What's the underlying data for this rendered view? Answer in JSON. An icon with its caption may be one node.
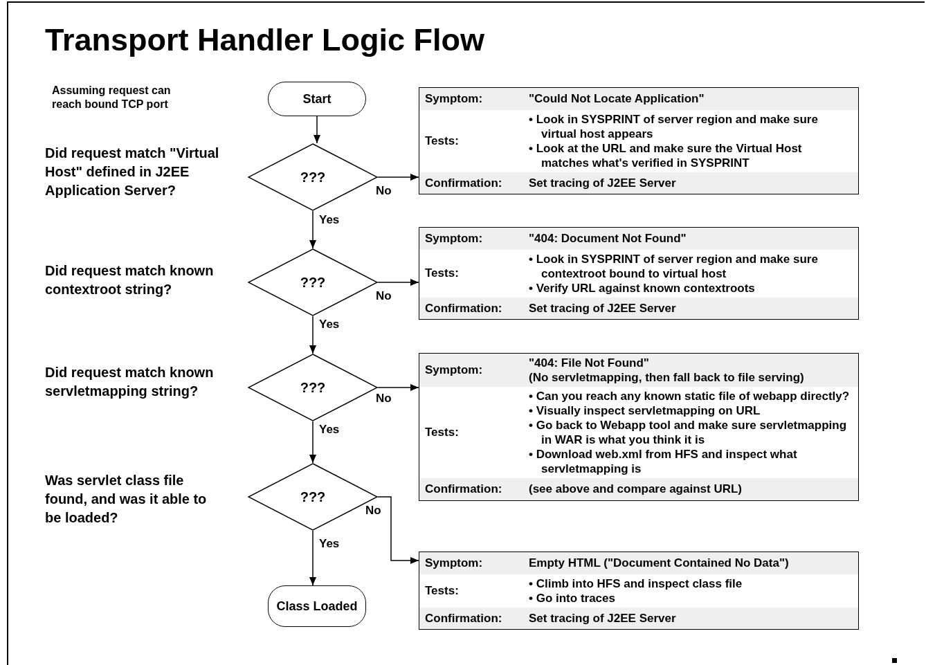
{
  "diagram": {
    "title": "Transport Handler Logic Flow",
    "nodes": [
      {
        "text": [
          "Start"
        ]
      },
      {
        "text": [
          "???"
        ],
        "beside": [
          "Did request match \"Virtual Host\" defined in J2EE Application Server?"
        ]
      },
      {
        "text": [
          "???"
        ],
        "beside": [
          "Did request match known contextroot string?"
        ]
      },
      {
        "text": [
          "???"
        ],
        "beside": [
          "Did request match known servletmapping string?"
        ]
      },
      {
        "text": [
          "???"
        ],
        "beside": [
          "Was servlet class file found, and was it able to be loaded?"
        ]
      },
      {
        "text": [
          "Class Loaded"
        ]
      },
      {
        "text": [],
        "shape": "box"
      },
      {
        "text": [
          "Symptom:",
          "\"Could Not Locate Application\""
        ],
        "in": 6
      },
      {
        "text": [
          "Tests:",
          "• Look in SYSPRINT of server region and make sure virtual host appears",
          "• Look at the URL and make sure the Virtual Host matches what's verified in SYSPRINT"
        ],
        "in": 6
      },
      {
        "text": [
          "Confirmation:",
          "Set tracing of J2EE Server"
        ],
        "in": 6
      },
      {
        "text": [],
        "shape": "box"
      },
      {
        "text": [
          "Symptom:",
          "\"404: Document Not Found\""
        ],
        "in": 10
      },
      {
        "text": [
          "Tests:",
          "• Look in SYSPRINT of server region and make sure contextroot bound to virtual host",
          "• Verify URL against known contextroots"
        ],
        "in": 10
      },
      {
        "text": [
          "Confirmation:",
          "Set tracing of J2EE Server"
        ],
        "in": 10
      },
      {
        "text": [],
        "shape": "box"
      },
      {
        "text": [
          "Symptom:",
          "\"404: File Not Found\"",
          "(No servletmapping, then fall back to file serving)"
        ],
        "in": 14
      },
      {
        "text": [
          "Tests:",
          "• Can you reach any known static file of webapp directly?",
          "• Visually inspect servletmapping on URL",
          "• Go back to Webapp tool and make sure servletmapping in WAR is what you think it is",
          "• Download web.xml from HFS and inspect what servletmapping is"
        ],
        "in": 14
      },
      {
        "text": [
          "Confirmation:",
          "(see above and compare against URL)"
        ],
        "in": 14
      },
      {
        "text": [],
        "shape": "box"
      },
      {
        "text": [
          "Symptom:",
          "Empty HTML (\"Document Contained No Data\")"
        ],
        "in": 18
      },
      {
        "text": [
          "Tests:",
          "• Climb into HFS and inspect class file",
          "• Go into traces"
        ],
        "in": 18
      },
      {
        "text": [
          "Confirmation:",
          "Set tracing of J2EE Server"
        ],
        "in": 18
      }
    ],
    "edges": [
      {
        "from": 0,
        "to": 1,
        "arrow": "to"
      },
      {
        "from": 1,
        "to": 2,
        "arrow": "to",
        "label": "Yes"
      },
      {
        "from": 2,
        "to": 3,
        "arrow": "to",
        "label": "Yes"
      },
      {
        "from": 3,
        "to": 4,
        "arrow": "to",
        "label": "Yes"
      },
      {
        "from": 4,
        "to": 5,
        "arrow": "to",
        "label": "Yes"
      },
      {
        "from": 1,
        "to": 6,
        "arrow": "to",
        "label": "No"
      },
      {
        "from": 2,
        "to": 10,
        "arrow": "to",
        "label": "No"
      },
      {
        "from": 3,
        "to": 14,
        "arrow": "to",
        "label": "No"
      },
      {
        "from": 4,
        "to": 18,
        "arrow": "to",
        "label": "No"
      }
    ],
    "labels": [
      "Assuming request can reach bound TCP port"
    ]
  }
}
